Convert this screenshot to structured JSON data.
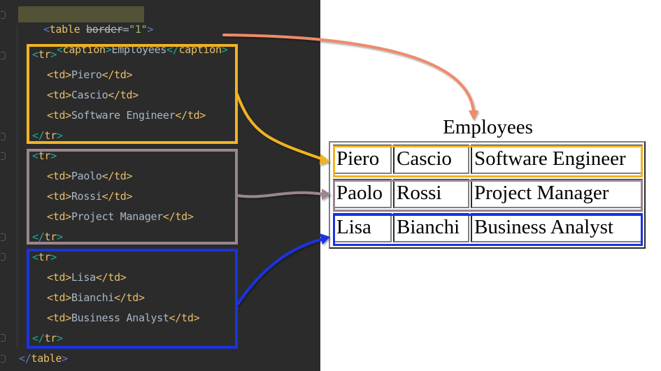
{
  "editor": {
    "lines": {
      "table_open": {
        "lt": "<",
        "name": "table",
        "attr": "border",
        "eq": "=",
        "val": "\"1\"",
        "gt": ">"
      },
      "caption": {
        "open": "<caption>",
        "text": "Employees",
        "close": "</caption>"
      },
      "tr_open": "<tr>",
      "tr_close": "</tr>",
      "td_open": "<td>",
      "td_close": "</td>",
      "table_close_lt": "</",
      "table_close_name": "table",
      "table_close_gt": ">"
    },
    "rows": [
      {
        "cells": [
          "Piero",
          "Cascio",
          "Software Engineer"
        ]
      },
      {
        "cells": [
          "Paolo",
          "Rossi",
          "Project Manager"
        ]
      },
      {
        "cells": [
          "Lisa",
          "Bianchi",
          "Business Analyst"
        ]
      }
    ]
  },
  "rendered": {
    "caption": "Employees",
    "rows": [
      {
        "cells": [
          "Piero",
          "Cascio",
          "Software Engineer"
        ]
      },
      {
        "cells": [
          "Paolo",
          "Rossi",
          "Project Manager"
        ]
      },
      {
        "cells": [
          "Lisa",
          "Bianchi",
          "Business Analyst"
        ]
      }
    ]
  },
  "colors": {
    "editor_bg": "#2b2b2b",
    "row1_highlight": "#f0b323",
    "row2_highlight": "#9a8590",
    "row3_highlight": "#1a33e0",
    "caption_arrow": "#f08a6a"
  }
}
